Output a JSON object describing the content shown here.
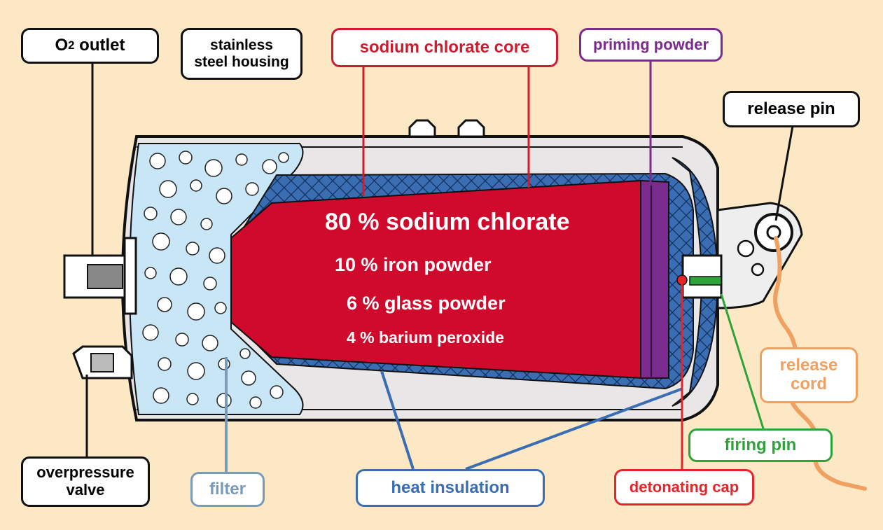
{
  "labels": {
    "o2_outlet_main": "O",
    "o2_outlet_sub": "2",
    "o2_outlet_rest": " outlet",
    "stainless_line1": "stainless",
    "stainless_line2": "steel housing",
    "core": "sodium chlorate core",
    "priming": "priming powder",
    "release_pin": "release pin",
    "release_cord_line1": "release",
    "release_cord_line2": "cord",
    "firing_pin": "firing pin",
    "detonating_cap": "detonating cap",
    "heat_insulation": "heat insulation",
    "filter": "filter",
    "overpressure_line1": "overpressure",
    "overpressure_line2": "valve"
  },
  "composition": {
    "line1": "80 % sodium chlorate",
    "line2": "10 % iron powder",
    "line3": "6 % glass powder",
    "line4": "4 % barium peroxide"
  },
  "colors": {
    "background": "#fde8c6",
    "core": "#cf0a2c",
    "priming": "#7b2a8e",
    "insulation": "#3b6db2",
    "filter": "#c9e6f6",
    "label_core": "#d21a2e",
    "label_priming": "#7b2a8e",
    "label_release_cord": "#f0a060",
    "label_firing_pin": "#2fa23a",
    "label_detonating_cap": "#e4252b",
    "label_heat_insulation": "#3b6db2",
    "label_filter": "#7a9bb8"
  }
}
